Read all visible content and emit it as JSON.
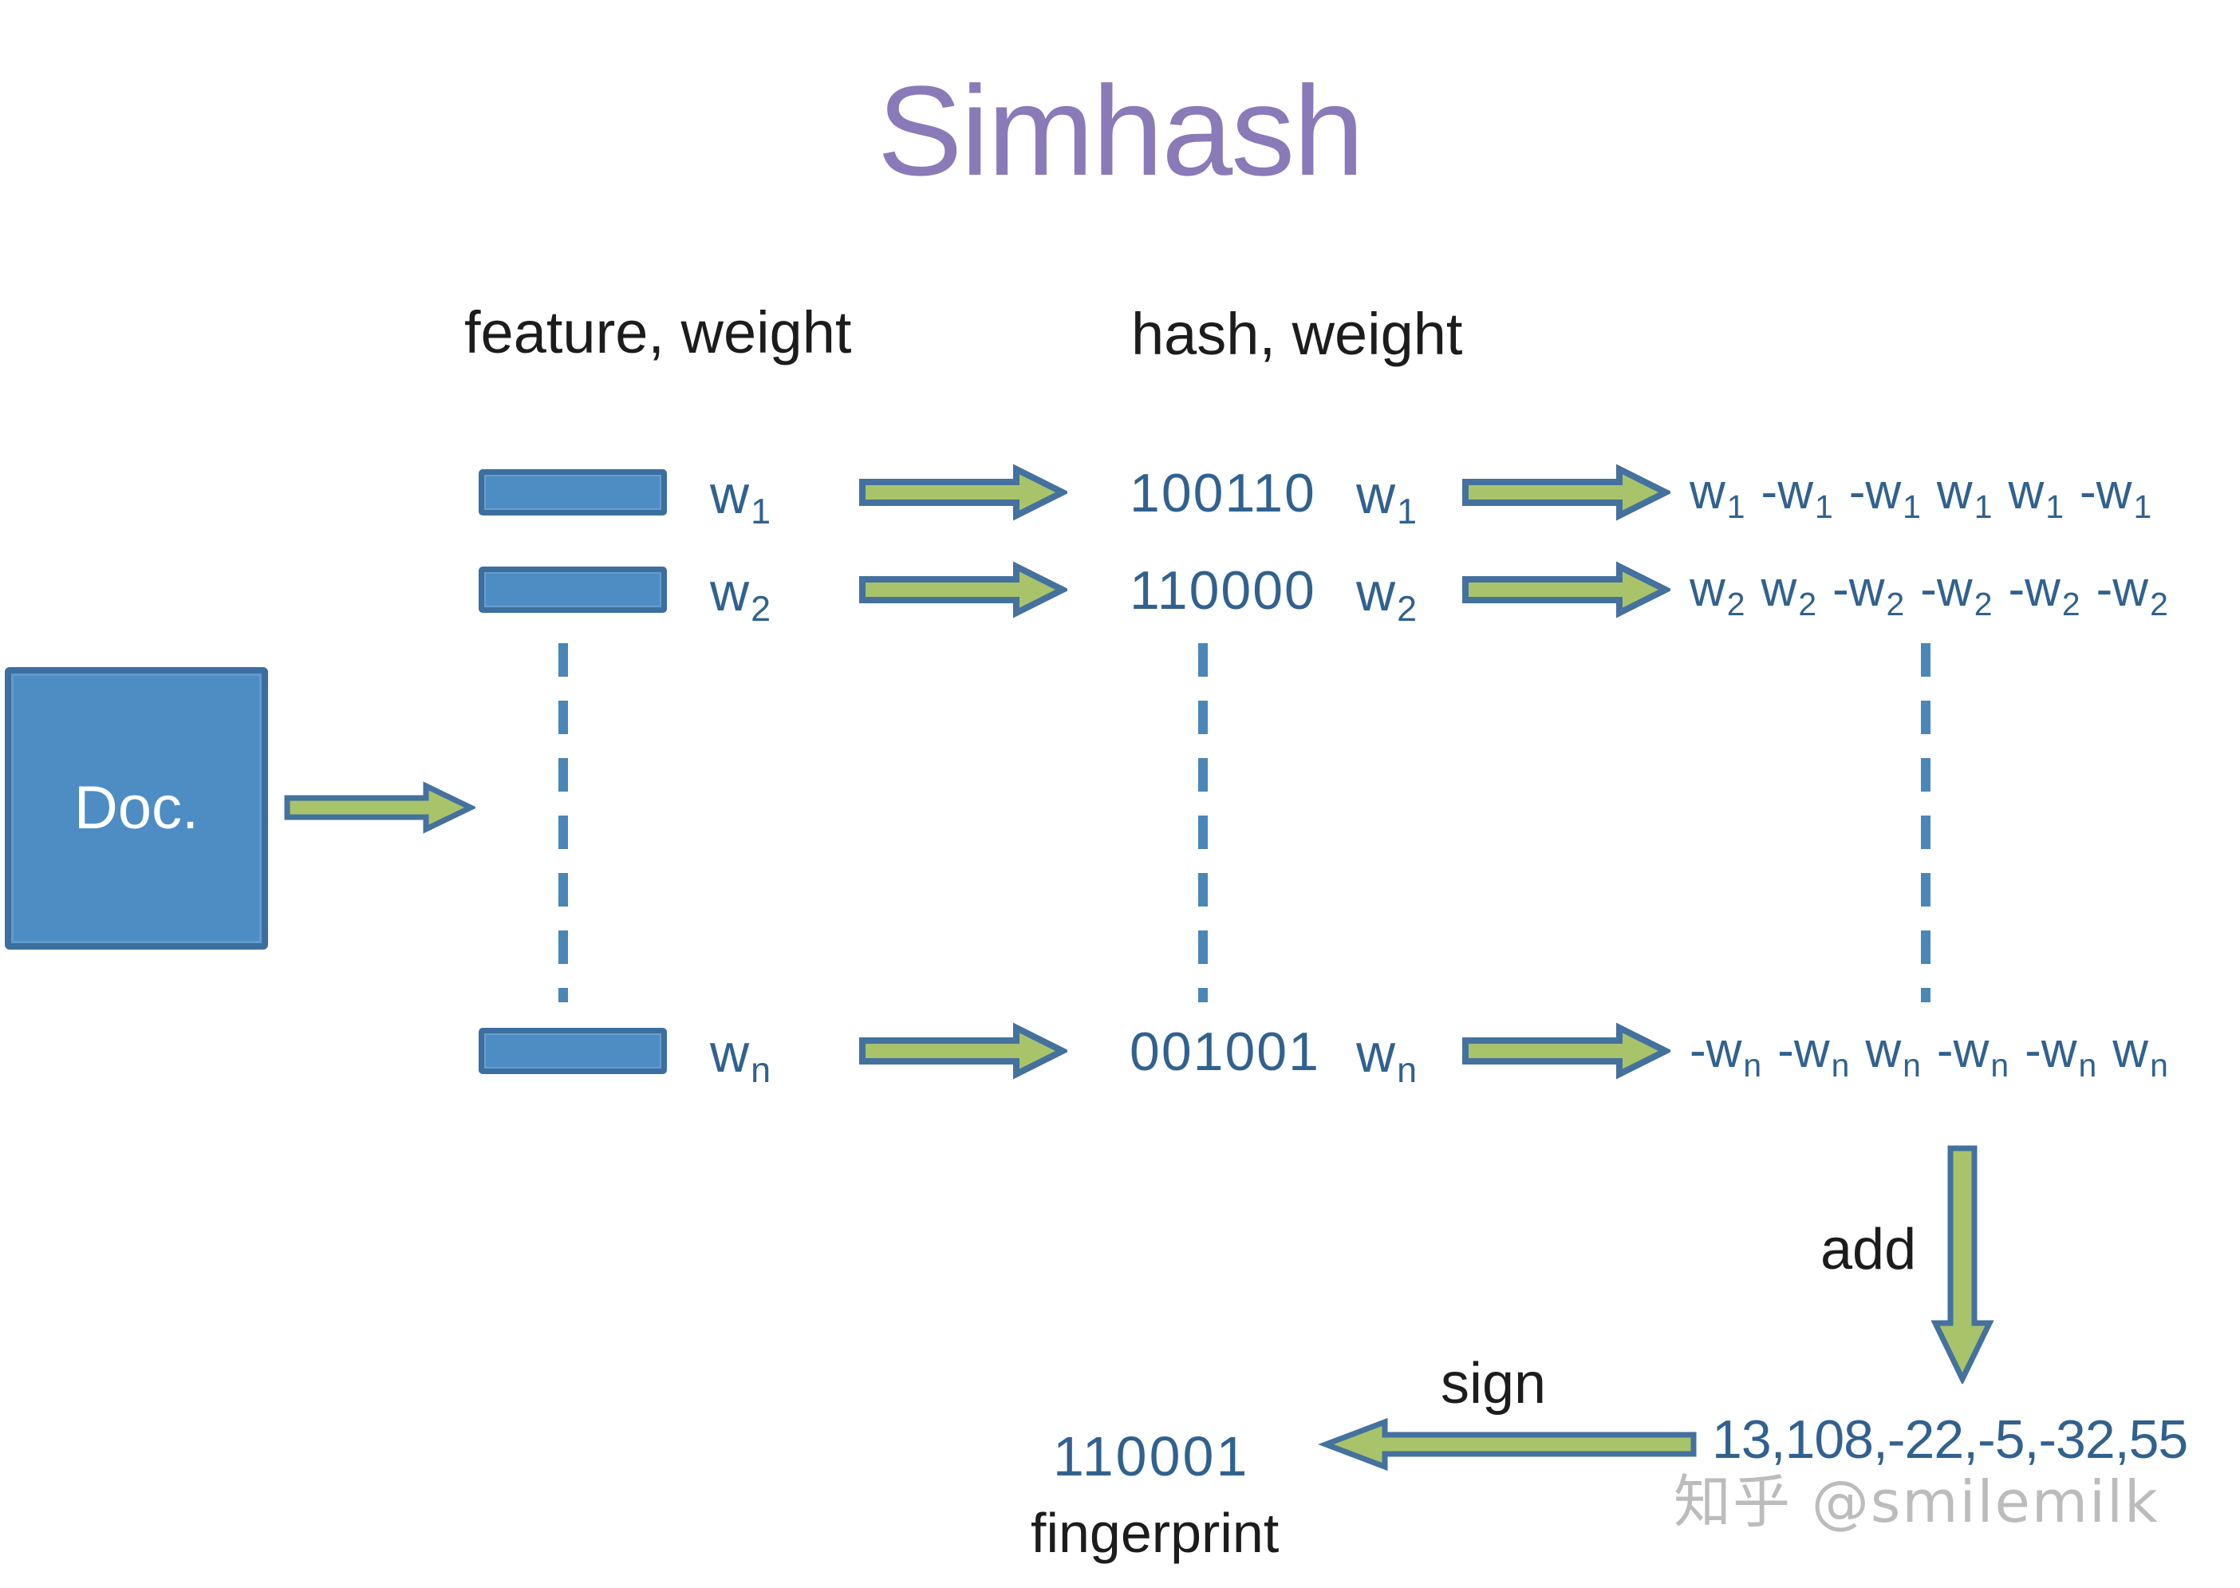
{
  "title": "Simhash",
  "columns": {
    "feature_header": "feature, weight",
    "hash_header": "hash, weight"
  },
  "doc_box": {
    "label": "Doc."
  },
  "rows": [
    {
      "feature_weight": "w|1",
      "hash": "100110",
      "hash_weight": "w|1",
      "signed_weights": [
        "w|1",
        "-w|1",
        "-w|1",
        "w|1",
        "w|1",
        "-w|1"
      ]
    },
    {
      "feature_weight": "w|2",
      "hash": "110000",
      "hash_weight": "w|2",
      "signed_weights": [
        "w|2",
        "w|2",
        "-w|2",
        "-w|2",
        "-w|2",
        "-w|2"
      ]
    },
    {
      "feature_weight": "w|n",
      "hash": "001001",
      "hash_weight": "w|n",
      "signed_weights": [
        "-w|n",
        "-w|n",
        "w|n",
        "-w|n",
        "-w|n",
        "w|n"
      ]
    }
  ],
  "operations": {
    "add_label": "add",
    "sign_label": "sign"
  },
  "sum_vector": "13,108,-22,-5,-32,55",
  "fingerprint": {
    "value": "110001",
    "label": "fingerprint"
  },
  "watermark": "知乎 @smilemilk",
  "colors": {
    "title_purple": "#8a7ab8",
    "ink_black": "#1c1c1c",
    "text_blue": "#31618f",
    "box_fill": "#4d8dc3",
    "box_border": "#3c6fa0",
    "arrow_green": "#a9c36b",
    "arrow_outline": "#44719e",
    "dash_blue": "#4a86b8",
    "watermark_gray": "#8c8c8c"
  }
}
